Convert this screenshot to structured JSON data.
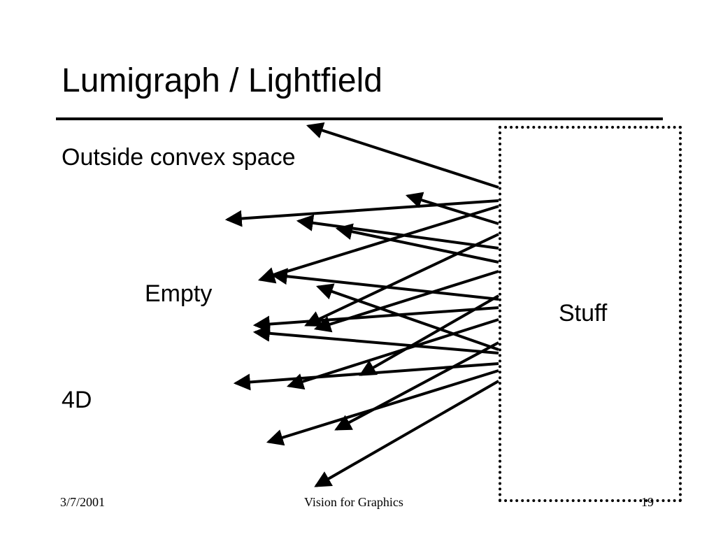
{
  "slide": {
    "title": "Lumigraph / Lightfield",
    "subtitle": "Outside convex space",
    "empty_label": "Empty",
    "stuff_label": "Stuff",
    "dim_label": "4D"
  },
  "footer": {
    "date": "3/7/2001",
    "course": "Vision for Graphics",
    "page": "19"
  }
}
